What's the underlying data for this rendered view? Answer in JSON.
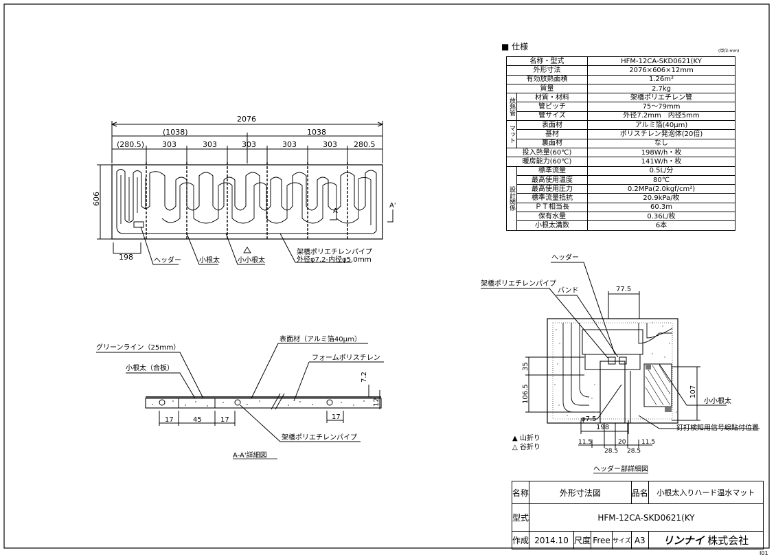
{
  "spec": {
    "heading": "■ 仕様",
    "unit": "(単位:mm)",
    "rows": [
      {
        "label": "名称・型式",
        "value": "HFM-12CA-SKD0621(KY"
      },
      {
        "label": "外形寸法",
        "value": "2076×606×12mm"
      },
      {
        "label": "有効放熱面積",
        "value": "1.26m²"
      },
      {
        "label": "質量",
        "value": "2.7kg"
      }
    ],
    "pipe": {
      "group": "放熱管",
      "rows": [
        {
          "label": "材質・材料",
          "value": "架橋ポリエチレン管"
        },
        {
          "label": "管ピッチ",
          "value": "75〜79mm"
        },
        {
          "label": "管サイズ",
          "value": "外径7.2mm　内径5mm"
        }
      ]
    },
    "mat": {
      "group": "マット",
      "rows": [
        {
          "label": "表面材",
          "value": "アルミ箔(40μm)"
        },
        {
          "label": "基材",
          "value": "ポリスチレン発泡体(20倍)"
        },
        {
          "label": "裏面材",
          "value": "なし"
        }
      ]
    },
    "mid_rows": [
      {
        "label": "投入熱量(60℃)",
        "value": "198W/h・枚"
      },
      {
        "label": "暖房能力(60℃)",
        "value": "141W/h・枚"
      }
    ],
    "design": {
      "group": "設計関係",
      "rows": [
        {
          "label": "標準流量",
          "value": "0.5L/分"
        },
        {
          "label": "最高使用温度",
          "value": "80℃"
        },
        {
          "label": "最高使用圧力",
          "value": "0.2MPa(2.0kgf/cm²)"
        },
        {
          "label": "標準流量抵抗",
          "value": "20.9kPa/枚"
        },
        {
          "label": "ＰＴ相当長",
          "value": "60.3m"
        },
        {
          "label": "保有水量",
          "value": "0.36L/枚"
        },
        {
          "label": "小根太溝数",
          "value": "6本"
        }
      ]
    }
  },
  "plan": {
    "dim_total": "2076",
    "dim_left": "(1038)",
    "dim_right": "1038",
    "dim_segments": [
      "(280.5)",
      "303",
      "303",
      "303",
      "303",
      "303",
      "280.5"
    ],
    "dim_height": "606",
    "dim_header": "198",
    "label_header": "ヘッダー",
    "label_konedai": "小根太",
    "label_kokonedai": "小小根太",
    "label_pipe": "架橋ポリエチレンパイプ",
    "label_pipe_size": "外径φ7.2-内径φ5.0ｍｍ",
    "section_a": "A",
    "section_a2": "A'"
  },
  "section": {
    "label_green": "グリーンライン（25ｍｍ）",
    "label_surface": "表面材（アルミ箔40μｍ）",
    "label_foam": "フォームポリスチレン",
    "label_konedai": "小根太（合板）",
    "label_pipe": "架橋ポリエチレンパイプ",
    "dim_72": "7.2",
    "dim_12": "12",
    "dim_17a": "17",
    "dim_45": "45",
    "dim_17b": "17",
    "dim_17c": "17",
    "caption": "A-A'詳細図"
  },
  "header_detail": {
    "label_header": "ヘッダー",
    "label_band": "バンド",
    "label_pipe": "架橋ポリエチレンパイプ",
    "label_kokonedai": "小小根太",
    "label_nail": "釘打検知用信号線貼付位置",
    "dim_775": "77.5",
    "dim_35": "35",
    "dim_1065": "106.5",
    "dim_107": "107",
    "dim_phi75": "φ7.5",
    "dim_198": "198",
    "dim_115a": "11.5",
    "dim_20": "20",
    "dim_115b": "11.5",
    "dim_285a": "28.5",
    "dim_285b": "28.5",
    "legend_mountain": "▲ 山折り",
    "legend_valley": "△ 谷折り",
    "caption": "ヘッダー部詳細図"
  },
  "title_block": {
    "name_label": "名称",
    "name_value": "外形寸法図",
    "product_label": "品名",
    "product_value": "小根太入りハード温水マット",
    "model_label": "型式",
    "model_value": "HFM-12CA-SKD0621(KY",
    "made_label": "作成",
    "made_value": "2014.10",
    "scale_label": "尺度",
    "scale_value": "Free",
    "size_label": "サイズ",
    "size_value": "A3",
    "company_brand": "リンナイ",
    "company_suffix": "株式会社",
    "corner_code": "I01"
  }
}
